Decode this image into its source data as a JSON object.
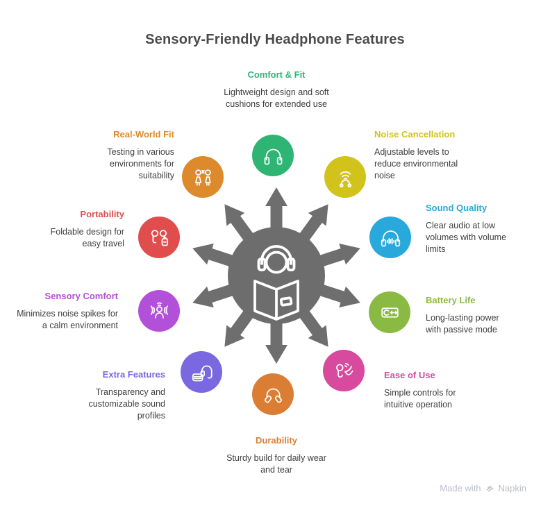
{
  "title": "Sensory-Friendly Headphone Features",
  "hub": {
    "icon": "reader-with-headphones-icon",
    "color": "#6d6d6d",
    "arrow_color": "#6e6e6e"
  },
  "features": [
    {
      "label": "Comfort & Fit",
      "description": "Lightweight design and soft cushions for extended use",
      "color": "#2eb573",
      "icon": "headphones-icon"
    },
    {
      "label": "Noise Cancellation",
      "description": "Adjustable levels to reduce environmental noise",
      "color": "#d2c31c",
      "icon": "noise-waves-headphone-icon"
    },
    {
      "label": "Sound Quality",
      "description": "Clear audio at low volumes with volume limits",
      "color": "#29a8db",
      "icon": "headphones-waveform-icon"
    },
    {
      "label": "Battery Life",
      "description": "Long-lasting power with passive mode",
      "color": "#8aba43",
      "icon": "battery-charge-icon"
    },
    {
      "label": "Ease of Use",
      "description": "Simple controls for intuitive operation",
      "color": "#d84a9d",
      "icon": "earbud-tap-hand-icon"
    },
    {
      "label": "Durability",
      "description": "Sturdy build for daily wear and tear",
      "color": "#db7e33",
      "icon": "folded-headphones-icon"
    },
    {
      "label": "Extra Features",
      "description": "Transparency and customizable sound profiles",
      "color": "#7a68e1",
      "icon": "headset-case-icon"
    },
    {
      "label": "Sensory Comfort",
      "description": "Minimizes noise spikes for a calm environment",
      "color": "#b350d9",
      "icon": "calm-person-waves-icon"
    },
    {
      "label": "Portability",
      "description": "Foldable design for easy travel",
      "color": "#df4e4d",
      "icon": "earbuds-pair-icon"
    },
    {
      "label": "Real-World Fit",
      "description": "Testing in various environments for suitability",
      "color": "#dc8a2c",
      "icon": "two-people-sound-icon"
    }
  ],
  "watermark": {
    "text": "Made with",
    "brand": "Napkin"
  }
}
